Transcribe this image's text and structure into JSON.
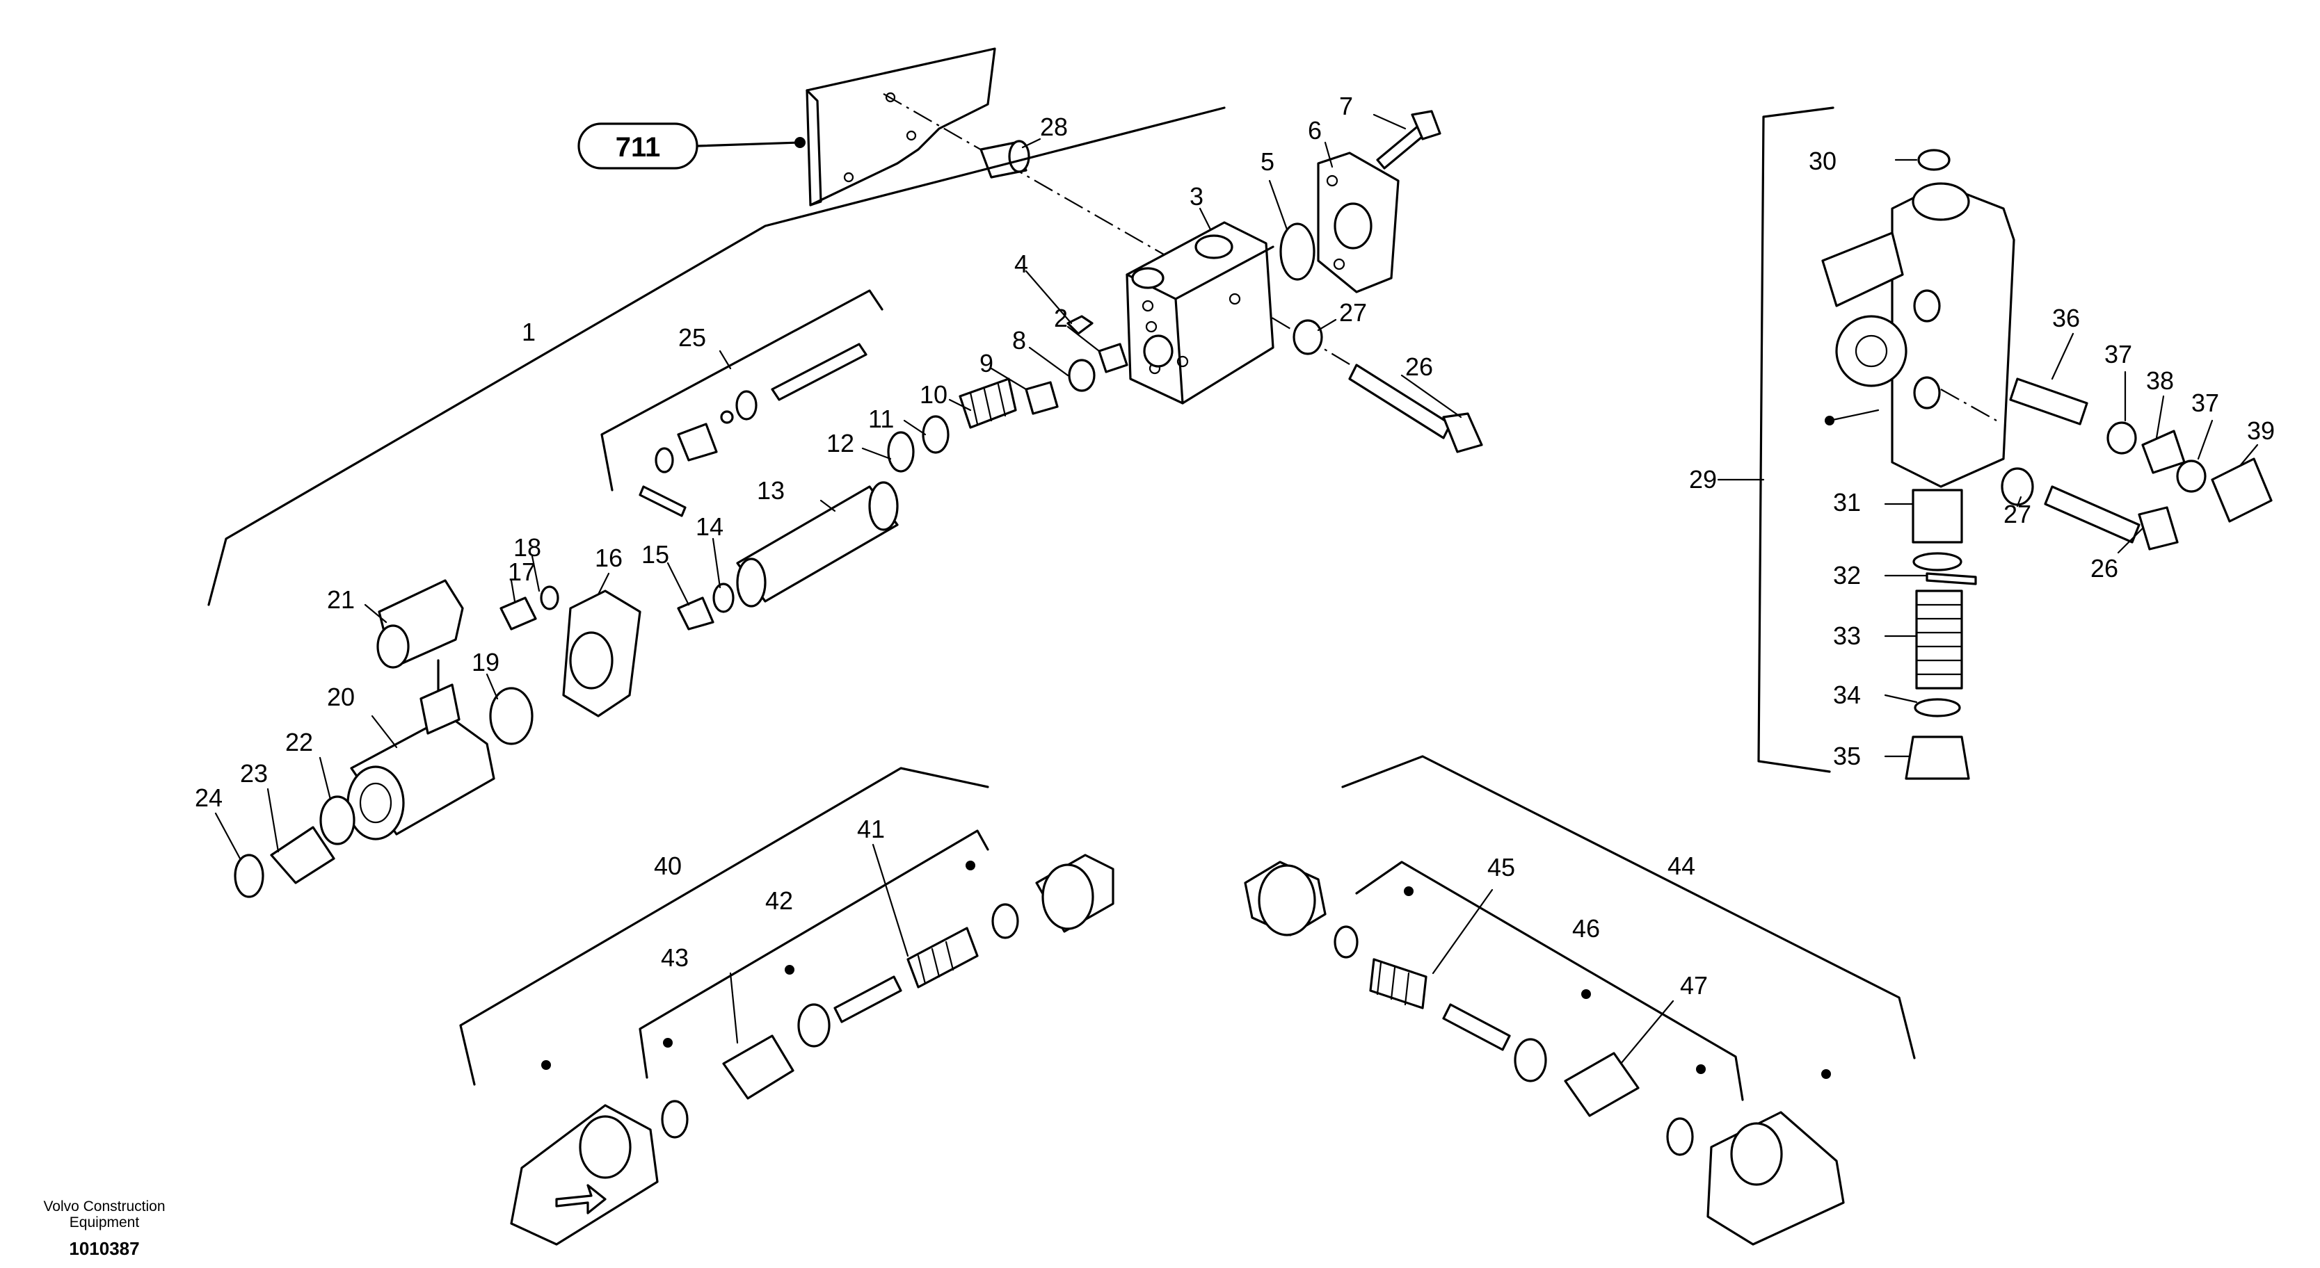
{
  "callout": "711",
  "labels": {
    "l1": "1",
    "l2": "2",
    "l3": "3",
    "l4": "4",
    "l5": "5",
    "l6": "6",
    "l7": "7",
    "l8": "8",
    "l9": "9",
    "l10": "10",
    "l11": "11",
    "l12": "12",
    "l13": "13",
    "l14": "14",
    "l15": "15",
    "l16": "16",
    "l17": "17",
    "l18": "18",
    "l19": "19",
    "l20": "20",
    "l21": "21",
    "l22": "22",
    "l23": "23",
    "l24": "24",
    "l25": "25",
    "l26": "26",
    "l27": "27",
    "l28": "28",
    "l29": "29",
    "l30": "30",
    "l31": "31",
    "l32": "32",
    "l33": "33",
    "l34": "34",
    "l35": "35",
    "l36": "36",
    "l37": "37",
    "l38": "38",
    "l39": "39",
    "l40": "40",
    "l41": "41",
    "l42": "42",
    "l43": "43",
    "l44": "44",
    "l45": "45",
    "l46": "46",
    "l47": "47"
  },
  "footer": {
    "brand_line1": "Volvo Construction",
    "brand_line2": "Equipment",
    "drawing_number": "1010387"
  }
}
